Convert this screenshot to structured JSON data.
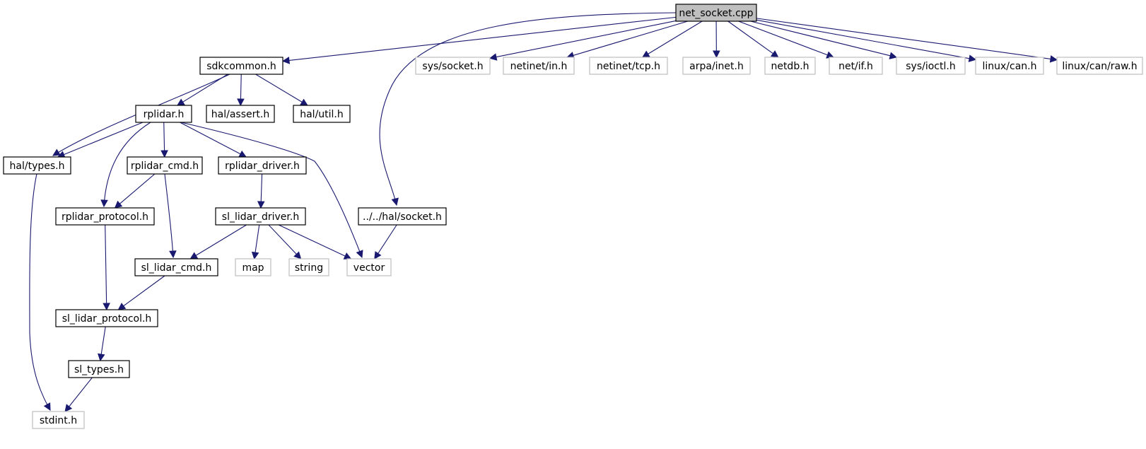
{
  "diagram": {
    "nodes": [
      {
        "id": "net_socket",
        "label": "net_socket.cpp",
        "kind": "root"
      },
      {
        "id": "sdkcommon",
        "label": "sdkcommon.h",
        "kind": "documented"
      },
      {
        "id": "sys_socket",
        "label": "sys/socket.h",
        "kind": "external"
      },
      {
        "id": "netinet_in",
        "label": "netinet/in.h",
        "kind": "external"
      },
      {
        "id": "netinet_tcp",
        "label": "netinet/tcp.h",
        "kind": "external"
      },
      {
        "id": "arpa_inet",
        "label": "arpa/inet.h",
        "kind": "external"
      },
      {
        "id": "netdb",
        "label": "netdb.h",
        "kind": "external"
      },
      {
        "id": "net_if",
        "label": "net/if.h",
        "kind": "external"
      },
      {
        "id": "sys_ioctl",
        "label": "sys/ioctl.h",
        "kind": "external"
      },
      {
        "id": "linux_can",
        "label": "linux/can.h",
        "kind": "external"
      },
      {
        "id": "linux_can_raw",
        "label": "linux/can/raw.h",
        "kind": "external"
      },
      {
        "id": "rplidar",
        "label": "rplidar.h",
        "kind": "documented"
      },
      {
        "id": "hal_assert",
        "label": "hal/assert.h",
        "kind": "documented"
      },
      {
        "id": "hal_util",
        "label": "hal/util.h",
        "kind": "documented"
      },
      {
        "id": "hal_types",
        "label": "hal/types.h",
        "kind": "documented"
      },
      {
        "id": "rplidar_cmd",
        "label": "rplidar_cmd.h",
        "kind": "documented"
      },
      {
        "id": "rplidar_driver",
        "label": "rplidar_driver.h",
        "kind": "documented"
      },
      {
        "id": "rplidar_protocol",
        "label": "rplidar_protocol.h",
        "kind": "documented"
      },
      {
        "id": "sl_lidar_driver",
        "label": "sl_lidar_driver.h",
        "kind": "documented"
      },
      {
        "id": "hal_socket",
        "label": "../../hal/socket.h",
        "kind": "documented"
      },
      {
        "id": "sl_lidar_cmd",
        "label": "sl_lidar_cmd.h",
        "kind": "documented"
      },
      {
        "id": "map",
        "label": "map",
        "kind": "external"
      },
      {
        "id": "string",
        "label": "string",
        "kind": "external"
      },
      {
        "id": "vector",
        "label": "vector",
        "kind": "external"
      },
      {
        "id": "sl_lidar_protocol",
        "label": "sl_lidar_protocol.h",
        "kind": "documented"
      },
      {
        "id": "sl_types",
        "label": "sl_types.h",
        "kind": "documented"
      },
      {
        "id": "stdint",
        "label": "stdint.h",
        "kind": "external"
      }
    ],
    "edges": [
      {
        "from": "net_socket",
        "to": "sdkcommon"
      },
      {
        "from": "net_socket",
        "to": "hal_socket"
      },
      {
        "from": "net_socket",
        "to": "sys_socket"
      },
      {
        "from": "net_socket",
        "to": "netinet_in"
      },
      {
        "from": "net_socket",
        "to": "netinet_tcp"
      },
      {
        "from": "net_socket",
        "to": "arpa_inet"
      },
      {
        "from": "net_socket",
        "to": "netdb"
      },
      {
        "from": "net_socket",
        "to": "net_if"
      },
      {
        "from": "net_socket",
        "to": "sys_ioctl"
      },
      {
        "from": "net_socket",
        "to": "linux_can"
      },
      {
        "from": "net_socket",
        "to": "linux_can_raw"
      },
      {
        "from": "sdkcommon",
        "to": "hal_types"
      },
      {
        "from": "sdkcommon",
        "to": "rplidar"
      },
      {
        "from": "sdkcommon",
        "to": "hal_assert"
      },
      {
        "from": "sdkcommon",
        "to": "hal_util"
      },
      {
        "from": "rplidar",
        "to": "hal_types"
      },
      {
        "from": "rplidar",
        "to": "rplidar_protocol"
      },
      {
        "from": "rplidar",
        "to": "rplidar_cmd"
      },
      {
        "from": "rplidar",
        "to": "rplidar_driver"
      },
      {
        "from": "rplidar",
        "to": "vector"
      },
      {
        "from": "rplidar_cmd",
        "to": "rplidar_protocol"
      },
      {
        "from": "rplidar_cmd",
        "to": "sl_lidar_cmd"
      },
      {
        "from": "rplidar_driver",
        "to": "sl_lidar_driver"
      },
      {
        "from": "sl_lidar_driver",
        "to": "sl_lidar_cmd"
      },
      {
        "from": "sl_lidar_driver",
        "to": "map"
      },
      {
        "from": "sl_lidar_driver",
        "to": "string"
      },
      {
        "from": "sl_lidar_driver",
        "to": "vector"
      },
      {
        "from": "hal_socket",
        "to": "vector"
      },
      {
        "from": "rplidar_protocol",
        "to": "sl_lidar_protocol"
      },
      {
        "from": "sl_lidar_cmd",
        "to": "sl_lidar_protocol"
      },
      {
        "from": "sl_lidar_protocol",
        "to": "sl_types"
      },
      {
        "from": "sl_types",
        "to": "stdint"
      },
      {
        "from": "hal_types",
        "to": "stdint"
      }
    ],
    "colors": {
      "root_fill": "#bfbfbf",
      "root_stroke": "#000000",
      "documented_stroke": "#000000",
      "external_stroke": "#bfbfbf",
      "edge": "#191970",
      "text": "#000000"
    }
  }
}
